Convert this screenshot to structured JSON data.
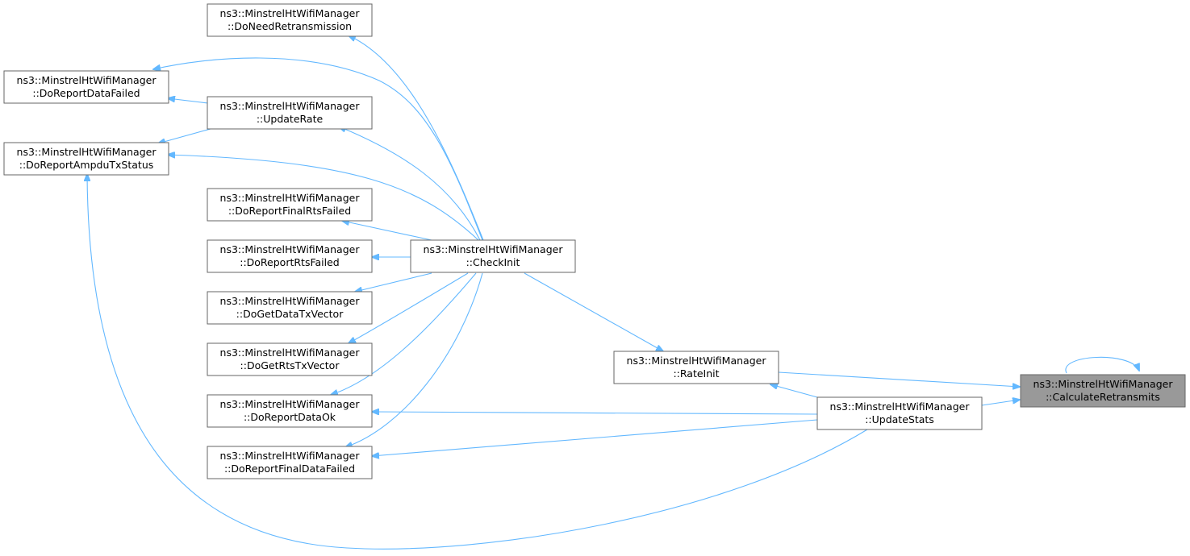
{
  "graph": {
    "nodes": {
      "calculate_retransmits": {
        "line1": "ns3::MinstrelHtWifiManager",
        "line2": "::CalculateRetransmits"
      },
      "rate_init": {
        "line1": "ns3::MinstrelHtWifiManager",
        "line2": "::RateInit"
      },
      "update_stats": {
        "line1": "ns3::MinstrelHtWifiManager",
        "line2": "::UpdateStats"
      },
      "check_init": {
        "line1": "ns3::MinstrelHtWifiManager",
        "line2": "::CheckInit"
      },
      "do_need_retransmission": {
        "line1": "ns3::MinstrelHtWifiManager",
        "line2": "::DoNeedRetransmission"
      },
      "do_report_data_failed": {
        "line1": "ns3::MinstrelHtWifiManager",
        "line2": "::DoReportDataFailed"
      },
      "update_rate": {
        "line1": "ns3::MinstrelHtWifiManager",
        "line2": "::UpdateRate"
      },
      "do_report_ampdu_tx_status": {
        "line1": "ns3::MinstrelHtWifiManager",
        "line2": "::DoReportAmpduTxStatus"
      },
      "do_report_final_rts_failed": {
        "line1": "ns3::MinstrelHtWifiManager",
        "line2": "::DoReportFinalRtsFailed"
      },
      "do_report_rts_failed": {
        "line1": "ns3::MinstrelHtWifiManager",
        "line2": "::DoReportRtsFailed"
      },
      "do_get_data_tx_vector": {
        "line1": "ns3::MinstrelHtWifiManager",
        "line2": "::DoGetDataTxVector"
      },
      "do_get_rts_tx_vector": {
        "line1": "ns3::MinstrelHtWifiManager",
        "line2": "::DoGetRtsTxVector"
      },
      "do_report_data_ok": {
        "line1": "ns3::MinstrelHtWifiManager",
        "line2": "::DoReportDataOk"
      },
      "do_report_final_data_failed": {
        "line1": "ns3::MinstrelHtWifiManager",
        "line2": "::DoReportFinalDataFailed"
      }
    },
    "edge_color": "#63b8ff",
    "focus_color": "#999999",
    "border_color": "#666666"
  }
}
